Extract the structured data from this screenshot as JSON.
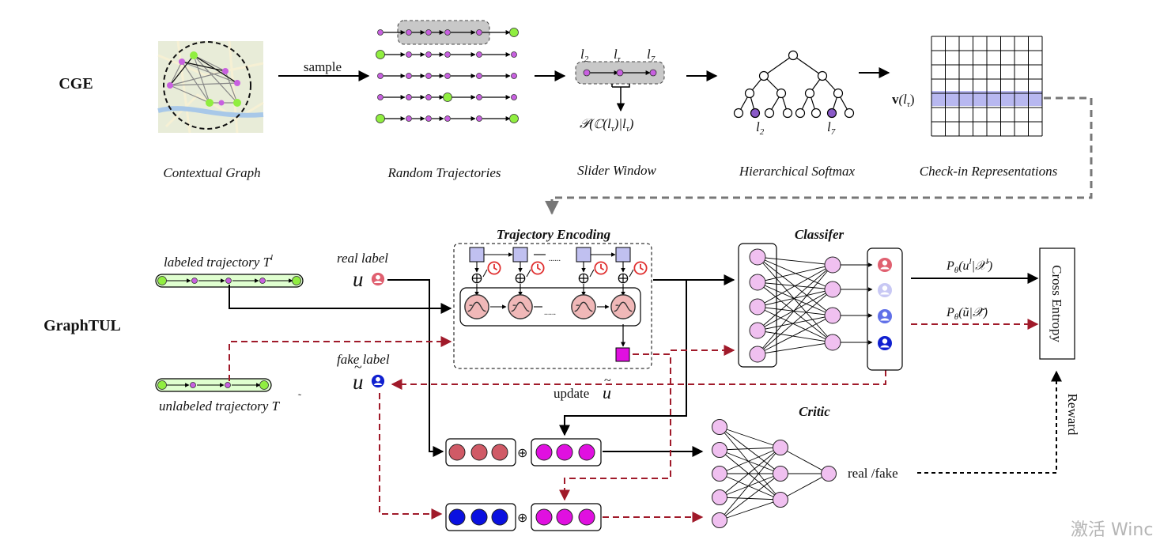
{
  "rows": {
    "cge": "CGE",
    "graphtul": "GraphTUL"
  },
  "stages": {
    "contextual_graph": "Contextual Graph",
    "random_trajectories": "Random Trajectories",
    "slider_window": "Slider Window",
    "hierarchical_softmax": "Hierarchical Softmax",
    "checkin_representations": "Check-in Representations"
  },
  "cge": {
    "sample": "sample",
    "l2": "l",
    "l2_sub": "2",
    "ltau": "l",
    "ltau_sub": "τ",
    "l7": "l",
    "l7_sub": "7",
    "prob": "𝒫(ℂ(l",
    "prob_sub": "τ",
    "prob_mid": ")|l",
    "prob_sub2": "τ",
    "prob_end": ")",
    "tree_l2": "l",
    "tree_l2_sub": "2",
    "tree_l7": "l",
    "tree_l7_sub": "7",
    "v": "v",
    "v_arg": "(l",
    "v_arg_sub": "τ",
    "v_end": ")"
  },
  "graphtul": {
    "labeled_traj": "labeled trajectory T",
    "labeled_traj_sup": "l",
    "unlabeled_traj": "unlabeled trajectory T",
    "unlabeled_traj_tilde": "˜",
    "real_label": "real label",
    "fake_label": "fake label",
    "u": "u",
    "u_tilde": "u",
    "tilde": "~",
    "traj_encoding": "Trajectory Encoding",
    "dots": "......",
    "classifier": "Classifer",
    "critic": "Critic",
    "update": "update",
    "update_u": "u",
    "p_real": "P",
    "p_real_sub": "θ",
    "p_real_arg": "(u",
    "p_real_sup": "l",
    "p_real_tail": "|𝒳",
    "p_real_sup2": "l",
    "p_real_end": ")",
    "p_fake": "P",
    "p_fake_sub": "θ",
    "p_fake_arg": "(ũ|𝒳̃)",
    "cross_entropy": "Cross Entropy",
    "reward": "Reward",
    "real_fake": "real /fake",
    "plus": "⊕"
  },
  "watermark": "激活 Winc",
  "colors": {
    "node_purple": "#c860e0",
    "node_green": "#90ee40",
    "traj_pill": "#e0ffd0",
    "window_grey": "#c8c8c8",
    "embed_highlight": "#b8b8f0",
    "lstm_pink": "#f0b8b8",
    "encoder_square": "#c0c0f0",
    "clock_red": "#e03030",
    "output_magenta": "#e010e0",
    "nn_node": "#f0c0f0",
    "real_user": "#e06070",
    "fake_user": "#1020d0",
    "dark_red_dashed": "#a01a2a",
    "grey_dashed": "#777777",
    "embed_red": "#d05a66",
    "embed_blue": "#0a10e0"
  },
  "icons": [
    "user-icon",
    "clock-icon",
    "plus-circle-icon",
    "lstm-cell-icon",
    "map-thumbnail"
  ]
}
